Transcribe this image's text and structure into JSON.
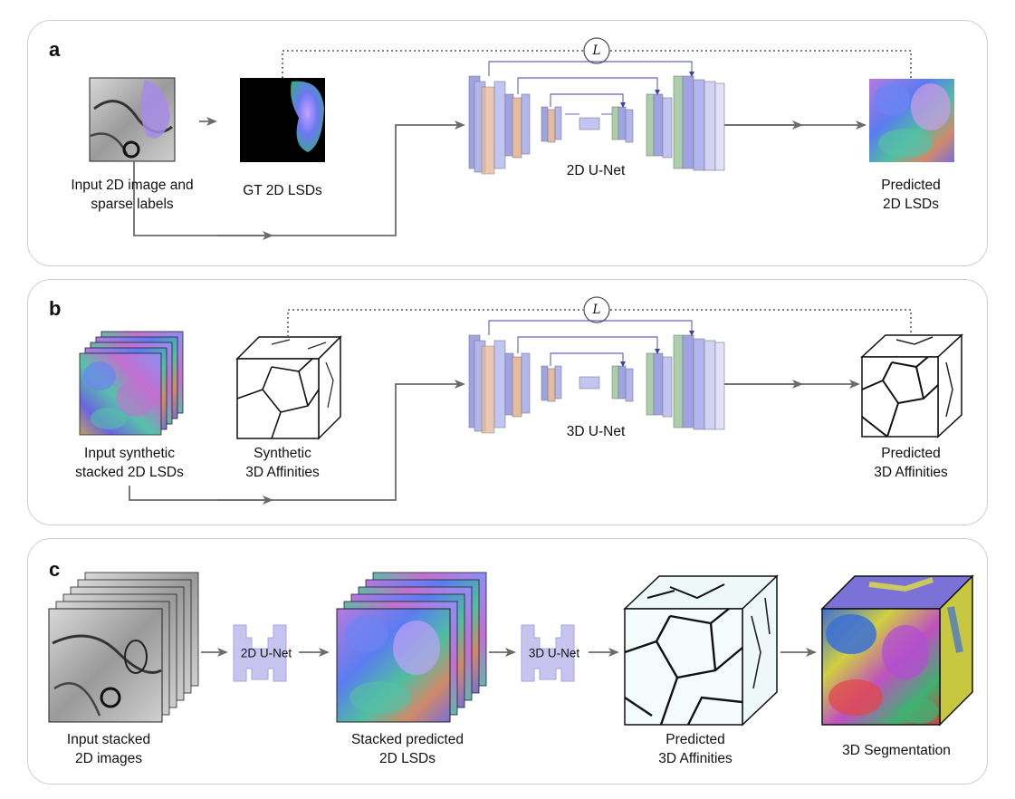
{
  "panels": {
    "a": {
      "label": "a",
      "input_caption_line1": "Input 2D image and",
      "input_caption_line2": "sparse labels",
      "gt_caption": "GT 2D LSDs",
      "net_caption": "2D U-Net",
      "output_caption_line1": "Predicted",
      "output_caption_line2": "2D LSDs",
      "loss_symbol": "L"
    },
    "b": {
      "label": "b",
      "input_caption_line1": "Input synthetic",
      "input_caption_line2": "stacked 2D LSDs",
      "gt_caption_line1": "Synthetic",
      "gt_caption_line2": "3D Affinities",
      "net_caption": "3D U-Net",
      "output_caption_line1": "Predicted",
      "output_caption_line2": "3D Affinities",
      "loss_symbol": "L"
    },
    "c": {
      "label": "c",
      "step1_caption_line1": "Input stacked",
      "step1_caption_line2": "2D images",
      "net1_label": "2D U-Net",
      "step2_caption_line1": "Stacked predicted",
      "step2_caption_line2": "2D LSDs",
      "net2_label": "3D U-Net",
      "step3_caption_line1": "Predicted",
      "step3_caption_line2": "3D Affinities",
      "step4_caption": "3D Segmentation"
    }
  },
  "colors": {
    "panel_border": "#cfcfcf",
    "arrow": "#6b6b6b",
    "unet_blue": "#8f93e0",
    "unet_orange": "#e0b08e",
    "unet_green": "#9cc79c",
    "skip_line": "#3b3fb0",
    "small_unet": "#c8c4f0"
  }
}
